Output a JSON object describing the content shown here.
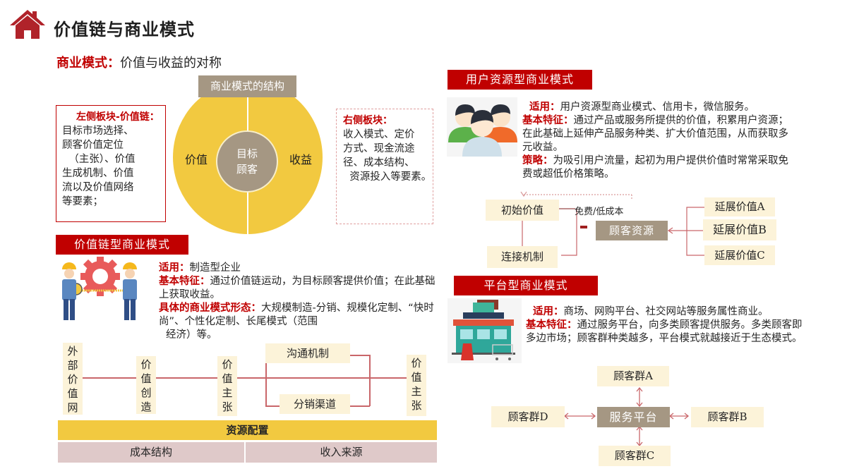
{
  "header": {
    "title": "价值链与商业模式",
    "icon": "home-icon"
  },
  "subtitle": {
    "key": "商业模式：",
    "text": "价值与收益的对称"
  },
  "structure": {
    "title": "商业模式的结构",
    "left_label": "价值",
    "right_label": "收益",
    "center_line1": "目标",
    "center_line2": "顾客",
    "left_block": {
      "head": "左侧板块-价值链：",
      "lines": [
        "目标市场选择、",
        "顾客价值定位",
        "  （主张）、价值",
        "生成机制、价值",
        "流以及价值网络",
        "等要素；"
      ]
    },
    "right_block": {
      "head": "右侧板块：",
      "lines": [
        "收入模式、定价",
        "方式、现金流途",
        "径、成本结构、",
        "  资源投入等要素。"
      ]
    }
  },
  "value_chain": {
    "header": "价值链型商业模式",
    "illustration": "workers-gear-icon",
    "apply_key": "适用：",
    "apply_text": "制造型企业",
    "feature_key": "基本特征：",
    "feature_text": "通过价值链运动，为目标顾客提供价值；在此基础上获取收益。",
    "form_key": "具体的商业模式形态：",
    "form_text": "大规模制造-分销、规模化定制、“快时尚”、个性化定制、长尾模式（范围",
    "form_text2": "经济）等。",
    "chain": {
      "external": "外部价值网",
      "creation": "价值创造",
      "proposition": "价值主张",
      "communication": "沟通机制",
      "distribution": "分销渠道",
      "proposition_end": "价值主张"
    },
    "resource": "资源配置",
    "cost": "成本结构",
    "income": "收入来源"
  },
  "user_resource": {
    "header": "用户资源型商业模式",
    "illustration": "users-group-icon",
    "apply_key": "适用：",
    "apply_text": "用户资源型商业模式、信用卡，微信服务。",
    "feature_key": "基本特征：",
    "feature_text": "通过产品或服务所提供的价值，积累用户资源；在此基础上延伸产品服务种类、扩大价值范围，从而获取多元收益。",
    "strategy_key": "策略：",
    "strategy_text": "为吸引用户流量，起初为用户提供价值时常常采取免费或超低价格策略。",
    "diagram": {
      "initial_value": "初始价值",
      "connect": "连接机制",
      "free_label": "免费/低成本",
      "customer_resource": "顾客资源",
      "ext_a": "延展价值A",
      "ext_b": "延展价值B",
      "ext_c": "延展价值C"
    }
  },
  "platform": {
    "header": "平台型商业模式",
    "illustration": "shopping-mall-icon",
    "apply_key": "适用：",
    "apply_text": "商场、网购平台、社交网站等服务属性商业。",
    "feature_key": "基本特征：",
    "feature_text": "通过服务平台，向多类顾客提供服务。多类顾客即多边市场；顾客群种类越多，平台模式就越接近于生态模式。",
    "diagram": {
      "center": "服务平台",
      "group_a": "顾客群A",
      "group_b": "顾客群B",
      "group_c": "顾客群C",
      "group_d": "顾客群D"
    }
  },
  "colors": {
    "accent_red": "#c00000",
    "yellow": "#f2c940",
    "taupe": "#a59783",
    "cream": "#fcf3d9",
    "pink_cell": "#dfc9c9",
    "line": "#c9666a"
  }
}
